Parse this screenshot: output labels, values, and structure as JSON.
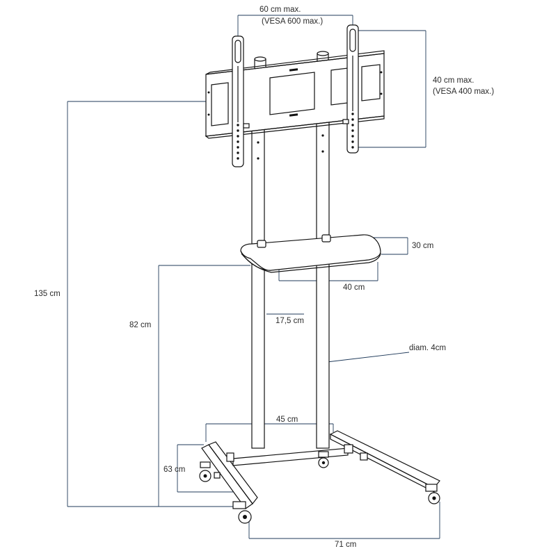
{
  "labels": {
    "vesa_width": "60 cm max.",
    "vesa_width_sub": "(VESA 600 max.)",
    "vesa_height": "40 cm max.",
    "vesa_height_sub": "(VESA 400 max.)",
    "shelf_depth": "30 cm",
    "shelf_width": "40 cm",
    "total_height": "135 cm",
    "shelf_height": "82 cm",
    "pole_spacing": "17,5 cm",
    "pole_diameter": "diam. 4cm",
    "base_depth_front": "45 cm",
    "base_side_depth": "63 cm",
    "base_width": "71 cm"
  },
  "colors": {
    "dimension_line": "#1f3a5a",
    "outline": "#111111",
    "label_text": "#2a2a2a"
  }
}
